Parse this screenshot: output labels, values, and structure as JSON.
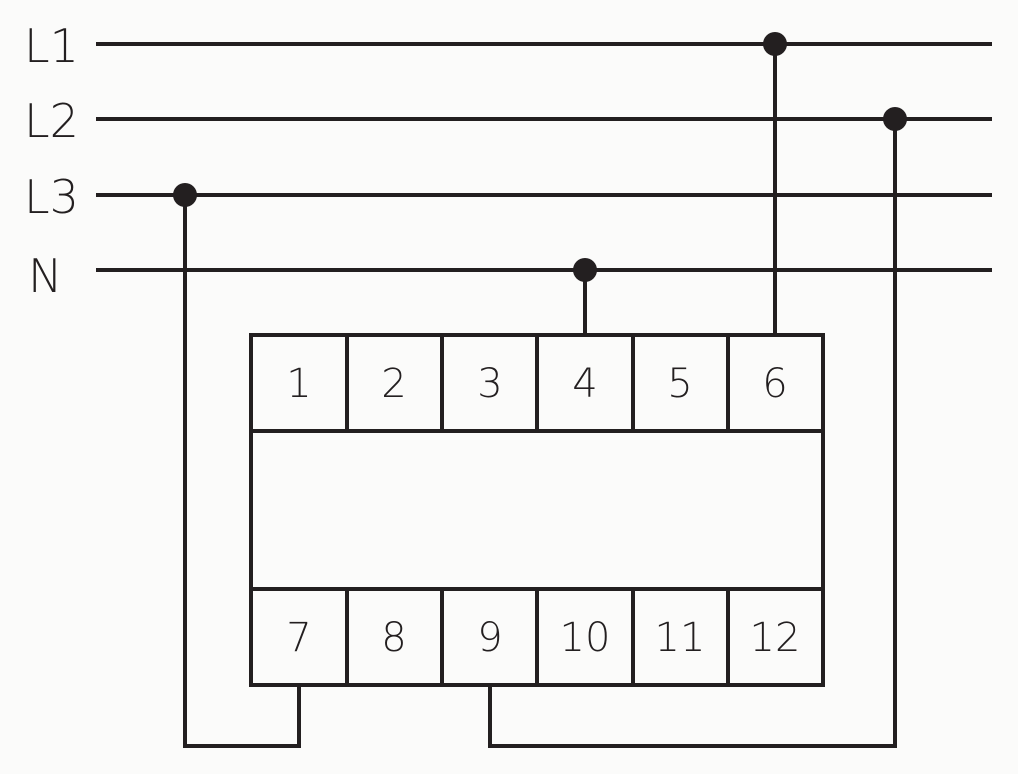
{
  "lines": [
    {
      "label": "L1"
    },
    {
      "label": "L2"
    },
    {
      "label": "L3"
    },
    {
      "label": "N"
    }
  ],
  "terminals_top": [
    "1",
    "2",
    "3",
    "4",
    "5",
    "6"
  ],
  "terminals_bottom": [
    "7",
    "8",
    "9",
    "10",
    "11",
    "12"
  ],
  "colors": {
    "ink": "#231f20",
    "background": "#fbfbfa"
  }
}
